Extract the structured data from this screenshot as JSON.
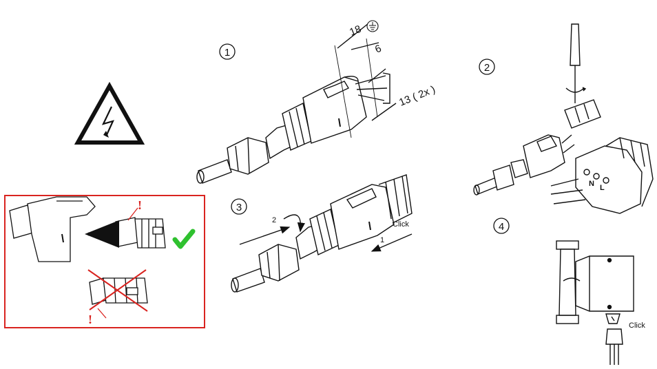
{
  "colors": {
    "frame_red": "#d9231f",
    "check_green": "#2fc12f",
    "line": "#111111"
  },
  "steps": {
    "step1": {
      "number": "1",
      "dim_ground": "18",
      "ground_symbol": "earth-ground-icon",
      "dim_strip": "6",
      "dim_wires": "13 ( 2x )"
    },
    "step2": {
      "number": "2",
      "terminal_n": "N",
      "terminal_l": "L"
    },
    "step3": {
      "number": "3",
      "arrow_1": "1",
      "arrow_2": "2",
      "click": "Click"
    },
    "step4": {
      "number": "4",
      "click": "Click"
    }
  },
  "callout": {
    "exclamation": "!",
    "correct_icon": "checkmark-icon",
    "wrong_icon": "cross-icon"
  },
  "warning_icon": "high-voltage-warning-icon"
}
